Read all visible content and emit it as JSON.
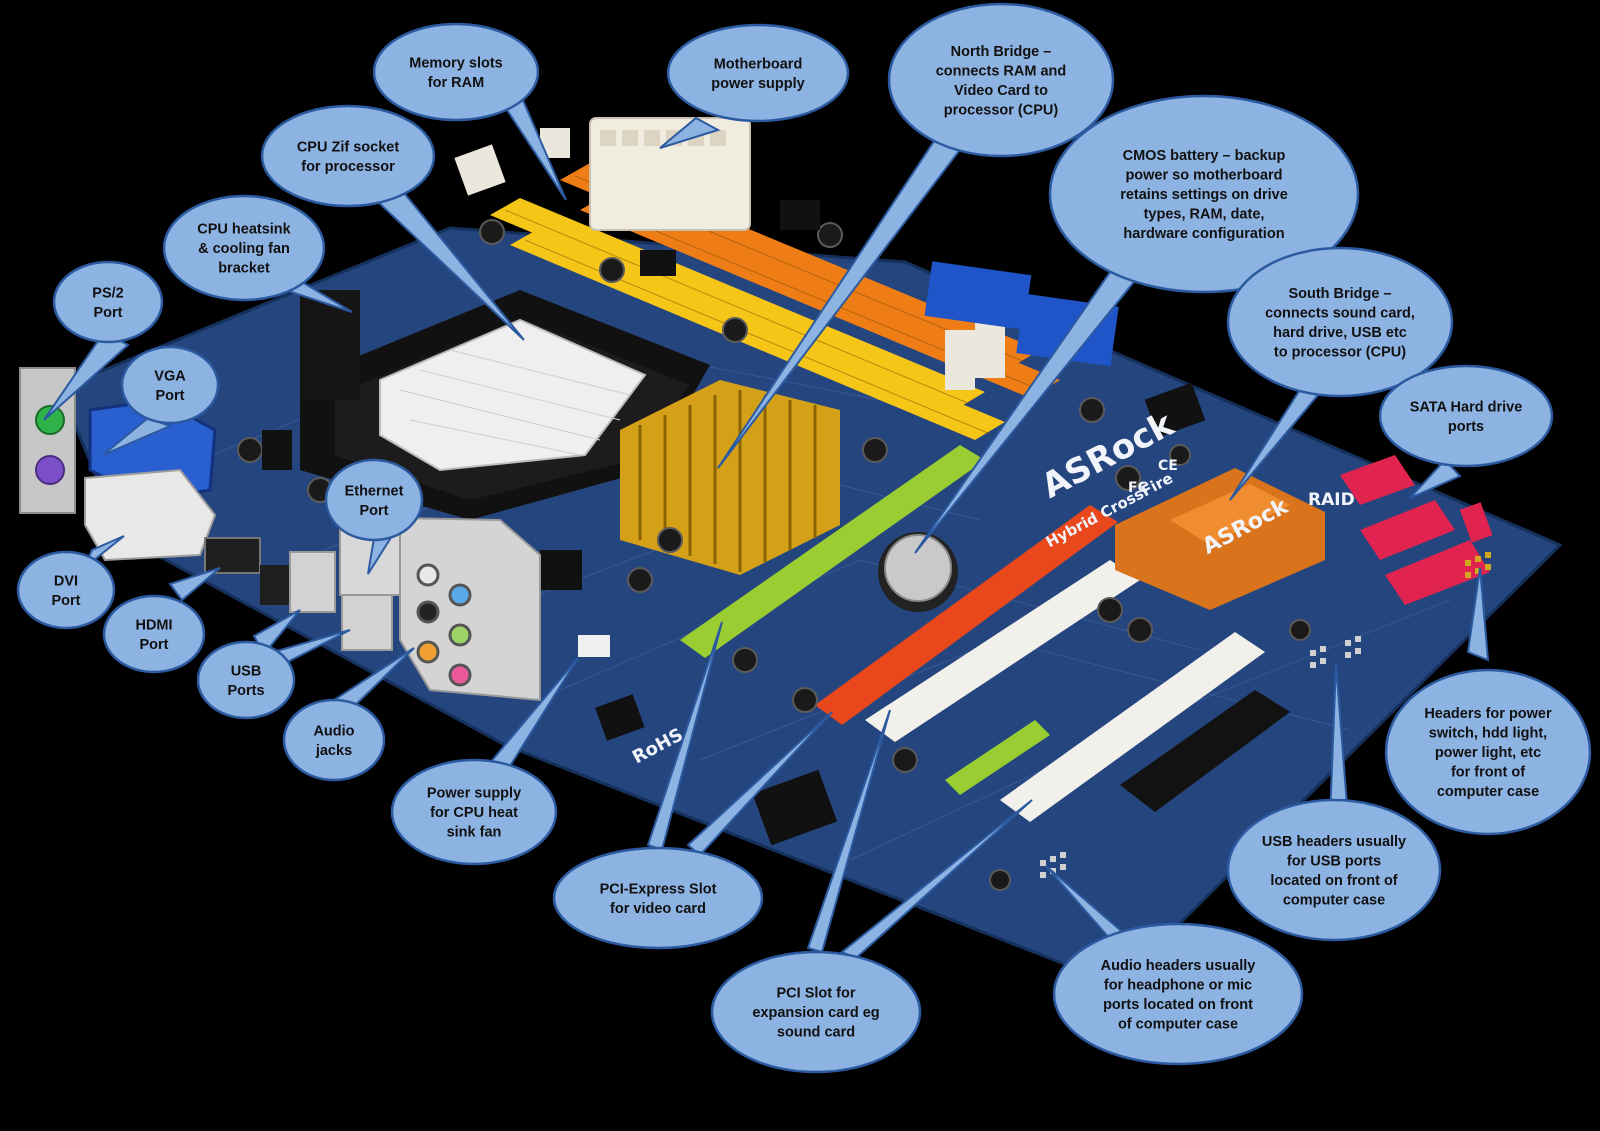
{
  "diagram": {
    "colors": {
      "background": "#000000",
      "callout_fill": "#8db3e2",
      "callout_stroke": "#2c5aa0",
      "pcb": "#25457e",
      "ram_yellow": "#f5c518",
      "ram_orange": "#ef7d16",
      "pcie_green": "#9acd32",
      "pcie_red": "#e8481c",
      "pci_white": "#f2f0ea",
      "sata_red": "#e0244f",
      "heatsink_gold": "#d4a017",
      "southbridge_orange": "#d9741c",
      "port_blue": "#2a5fd0"
    },
    "board_print": {
      "brand": "ASRock",
      "heatsink_brand": "ASRock",
      "hybrid": "Hybrid CrossFire",
      "rohs": "RoHS",
      "raid": "RAID",
      "ce": "CE",
      "fc": "FC"
    },
    "callouts": [
      {
        "id": "memory-slots",
        "lines": [
          "Memory slots",
          "for RAM"
        ]
      },
      {
        "id": "motherboard-power-supply",
        "lines": [
          "Motherboard",
          "power supply"
        ]
      },
      {
        "id": "north-bridge",
        "lines": [
          "North Bridge –",
          "connects RAM and",
          "Video Card to",
          "processor (CPU)"
        ]
      },
      {
        "id": "cpu-zif-socket",
        "lines": [
          "CPU Zif socket",
          "for processor"
        ]
      },
      {
        "id": "cmos-battery",
        "lines": [
          "CMOS battery – backup",
          "power so motherboard",
          "retains settings on drive",
          "types, RAM, date,",
          "hardware configuration"
        ]
      },
      {
        "id": "cpu-heatsink-bracket",
        "lines": [
          "CPU heatsink",
          "& cooling fan",
          "bracket"
        ]
      },
      {
        "id": "ps2-port",
        "lines": [
          "PS/2",
          "Port"
        ]
      },
      {
        "id": "vga-port",
        "lines": [
          "VGA",
          "Port"
        ]
      },
      {
        "id": "south-bridge",
        "lines": [
          "South Bridge –",
          "connects sound card,",
          "hard drive, USB etc",
          "to processor (CPU)"
        ]
      },
      {
        "id": "sata-ports",
        "lines": [
          "SATA Hard drive",
          "ports"
        ]
      },
      {
        "id": "ethernet-port",
        "lines": [
          "Ethernet",
          "Port"
        ]
      },
      {
        "id": "dvi-port",
        "lines": [
          "DVI",
          "Port"
        ]
      },
      {
        "id": "hdmi-port",
        "lines": [
          "HDMI",
          "Port"
        ]
      },
      {
        "id": "usb-ports",
        "lines": [
          "USB",
          "Ports"
        ]
      },
      {
        "id": "audio-jacks",
        "lines": [
          "Audio",
          "jacks"
        ]
      },
      {
        "id": "cpu-fan-power",
        "lines": [
          "Power supply",
          "for CPU heat",
          "sink fan"
        ]
      },
      {
        "id": "front-panel-headers",
        "lines": [
          "Headers for power",
          "switch, hdd light,",
          "power light, etc",
          "for front of",
          "computer case"
        ]
      },
      {
        "id": "usb-headers",
        "lines": [
          "USB headers usually",
          "for USB ports",
          "located on front of",
          "computer case"
        ]
      },
      {
        "id": "pci-express-slot",
        "lines": [
          "PCI-Express Slot",
          "for video card"
        ]
      },
      {
        "id": "pci-slot",
        "lines": [
          "PCI Slot for",
          "expansion card eg",
          "sound card"
        ]
      },
      {
        "id": "audio-headers",
        "lines": [
          "Audio headers usually",
          "for headphone or mic",
          "ports located on front",
          "of computer case"
        ]
      }
    ]
  }
}
